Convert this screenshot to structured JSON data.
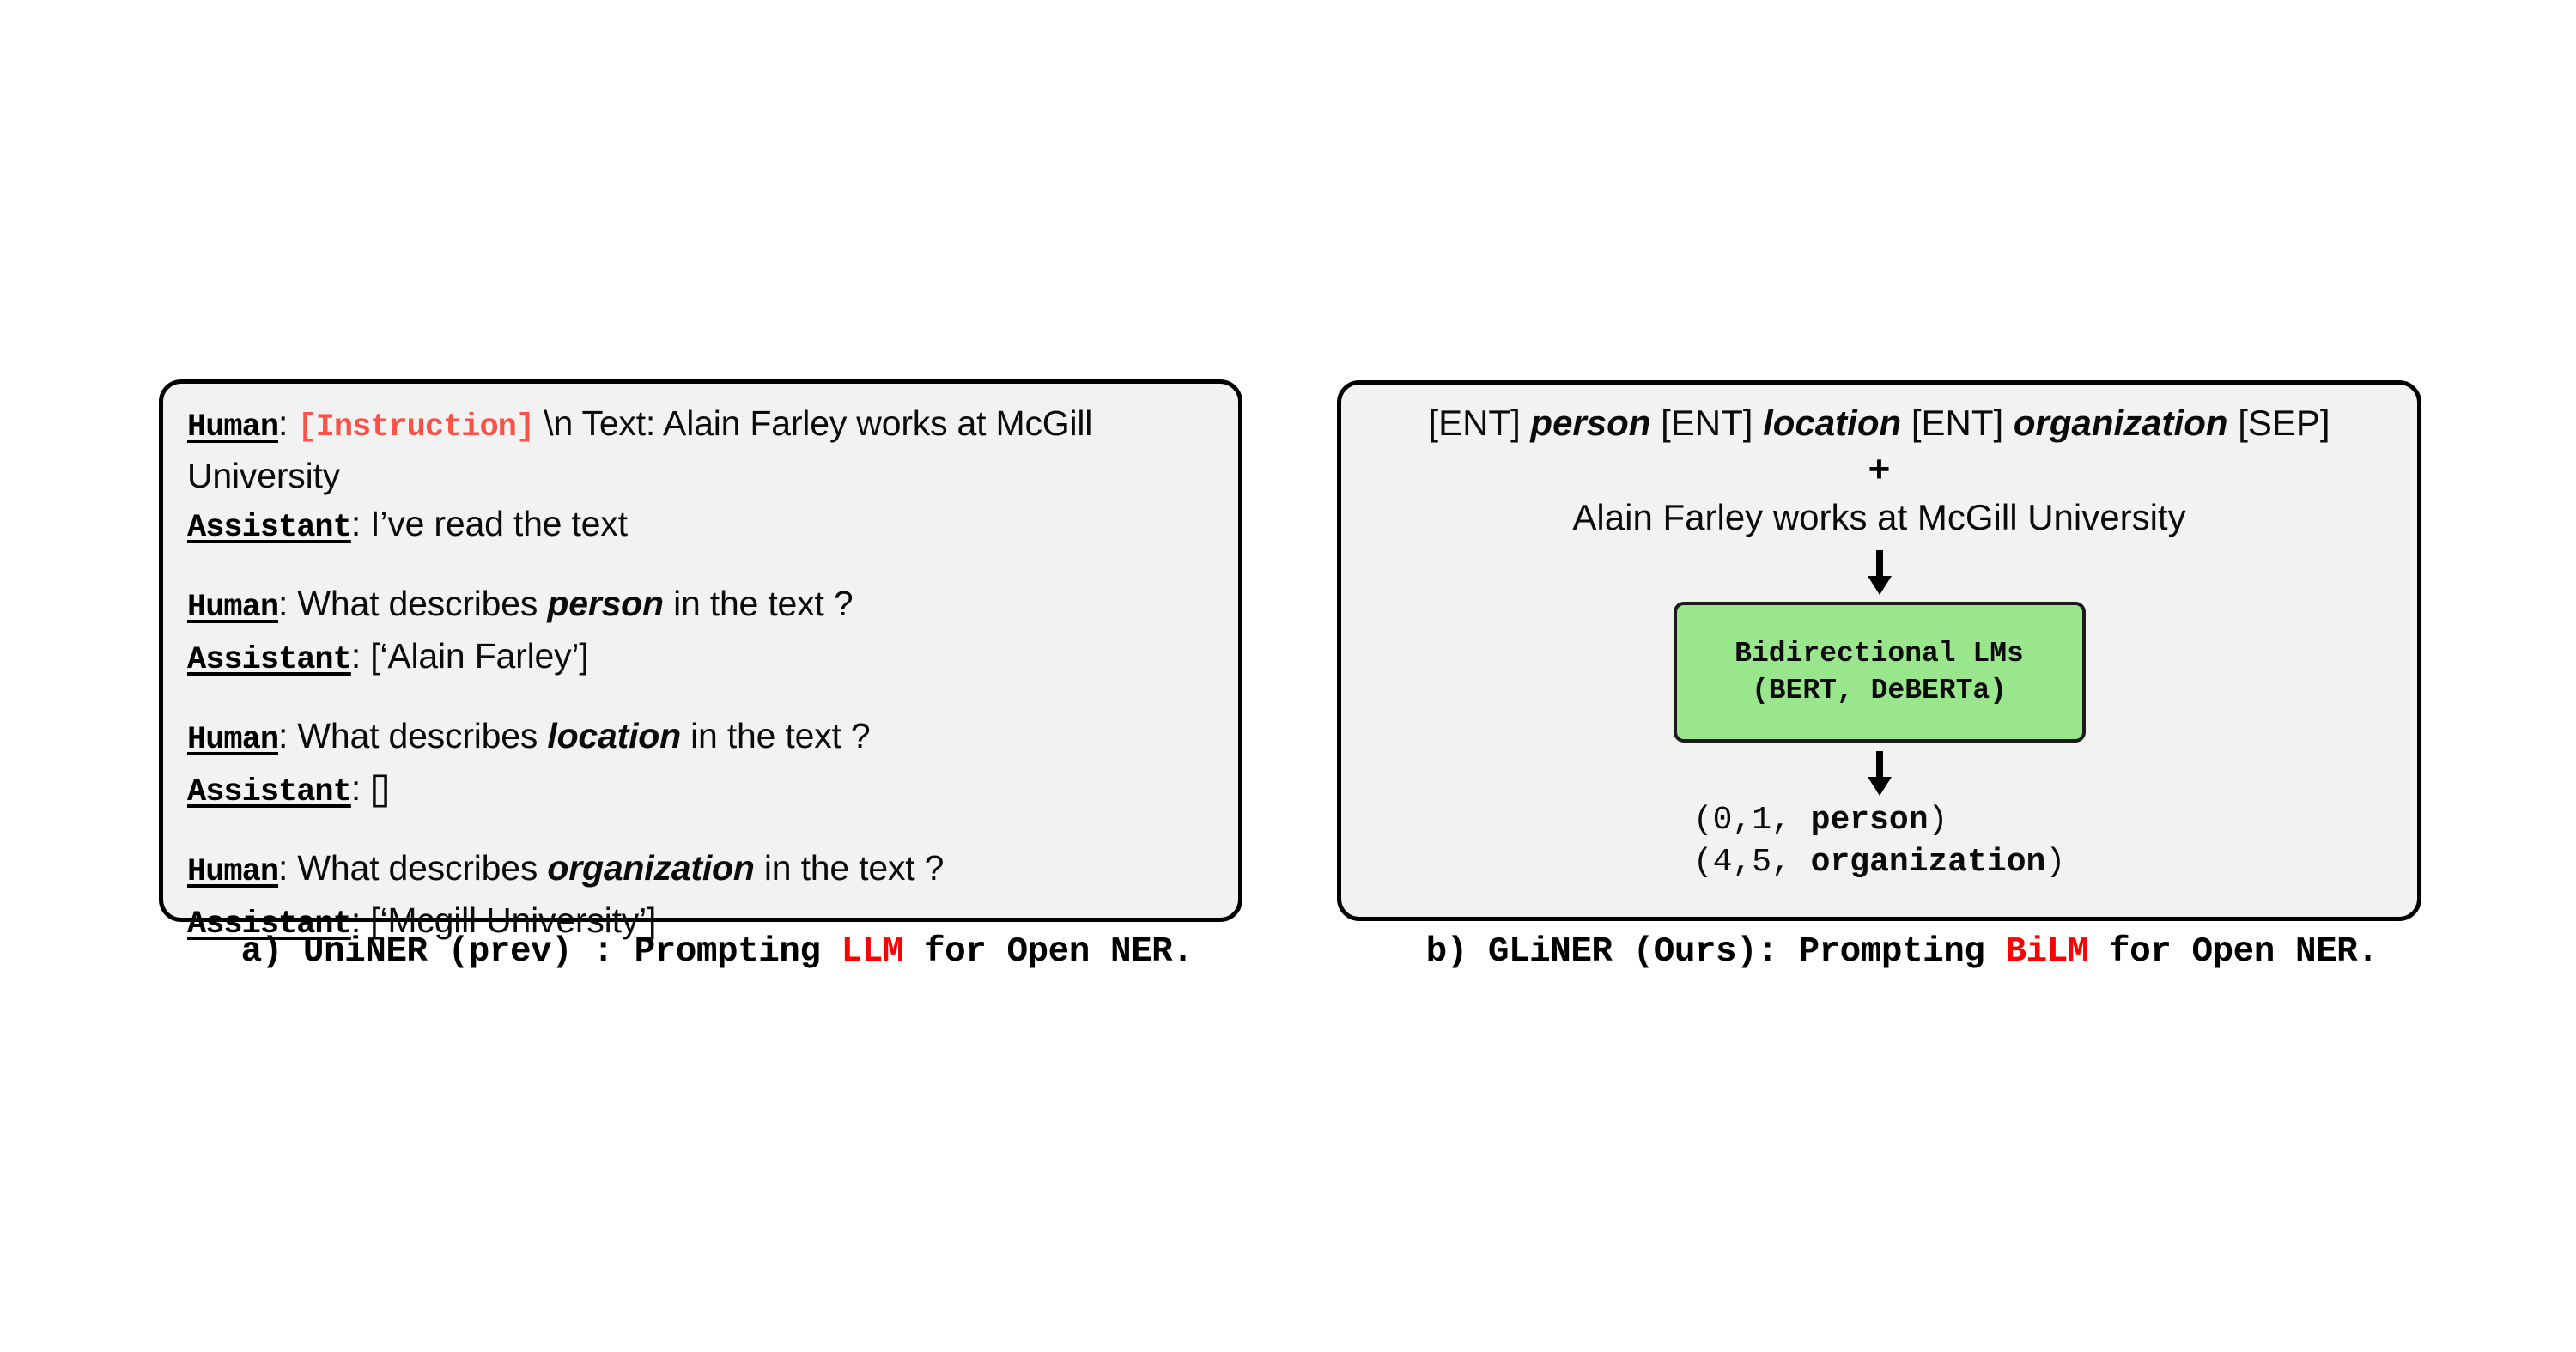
{
  "panel_a": {
    "conversation": [
      {
        "turns": [
          {
            "role": "Human",
            "colon": ":",
            "instruction_tag": "[Instruction]",
            "text": " \\n Text: Alain Farley works at McGill University"
          },
          {
            "role": "Assistant",
            "colon": ":",
            "text": " I’ve read the text"
          }
        ]
      },
      {
        "turns": [
          {
            "role": "Human",
            "colon": ":",
            "text_before": " What describes ",
            "entity": "person",
            "text_after": " in the text ?"
          },
          {
            "role": "Assistant",
            "colon": ":",
            "text": " [‘Alain Farley’]"
          }
        ]
      },
      {
        "turns": [
          {
            "role": "Human",
            "colon": ":",
            "text_before": " What describes ",
            "entity": "location",
            "text_after": " in the text ?"
          },
          {
            "role": "Assistant",
            "colon": ":",
            "text": " []"
          }
        ]
      },
      {
        "turns": [
          {
            "role": "Human",
            "colon": ":",
            "text_before": " What describes ",
            "entity": "organization",
            "text_after": " in the text ?"
          },
          {
            "role": "Assistant",
            "colon": ":",
            "text": " [‘Mcgill University’]"
          }
        ]
      }
    ],
    "caption": {
      "prefix": "a) UniNER (prev) : Prompting ",
      "highlight": "LLM",
      "suffix": " for Open NER."
    }
  },
  "panel_b": {
    "prompt": {
      "ent_token_1": "[ENT]",
      "entity_1": "person",
      "ent_token_2": "[ENT]",
      "entity_2": "location",
      "ent_token_3": "[ENT]",
      "entity_3": "organization",
      "sep_token": "[SEP]"
    },
    "plus": "+",
    "sentence": "Alain Farley works at McGill University",
    "model_box": {
      "line1": "Bidirectional LMs",
      "line2": "(BERT, DeBERTa)",
      "color": "#9ae68c"
    },
    "outputs": [
      {
        "span": "(0,1, ",
        "label": "person",
        "close": ")"
      },
      {
        "span": "(4,5, ",
        "label": "organization",
        "close": ")"
      }
    ],
    "caption": {
      "prefix": "b) GLiNER (Ours): Prompting ",
      "highlight": "BiLM",
      "suffix": " for Open NER."
    }
  },
  "colors": {
    "instruction_red": "#fa5246",
    "caption_red": "#ff0000",
    "panel_fill": "#f2f2f3",
    "panel_border": "#000000",
    "model_green": "#9ae68c"
  }
}
